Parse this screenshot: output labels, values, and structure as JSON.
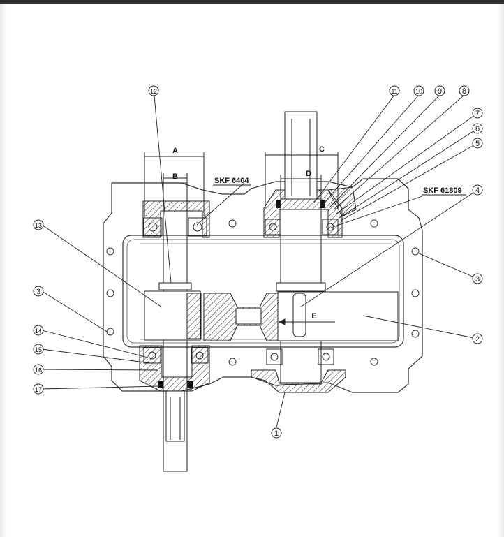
{
  "callouts": [
    "1",
    "2",
    "3",
    "3",
    "4",
    "5",
    "6",
    "7",
    "8",
    "9",
    "10",
    "11",
    "12",
    "13",
    "14",
    "15",
    "16",
    "17"
  ],
  "dimensions": {
    "a": "A",
    "b": "B",
    "c": "C",
    "d": "D",
    "e": "E"
  },
  "bearings": {
    "left": "SKF 6404",
    "right": "SKF 61809"
  }
}
